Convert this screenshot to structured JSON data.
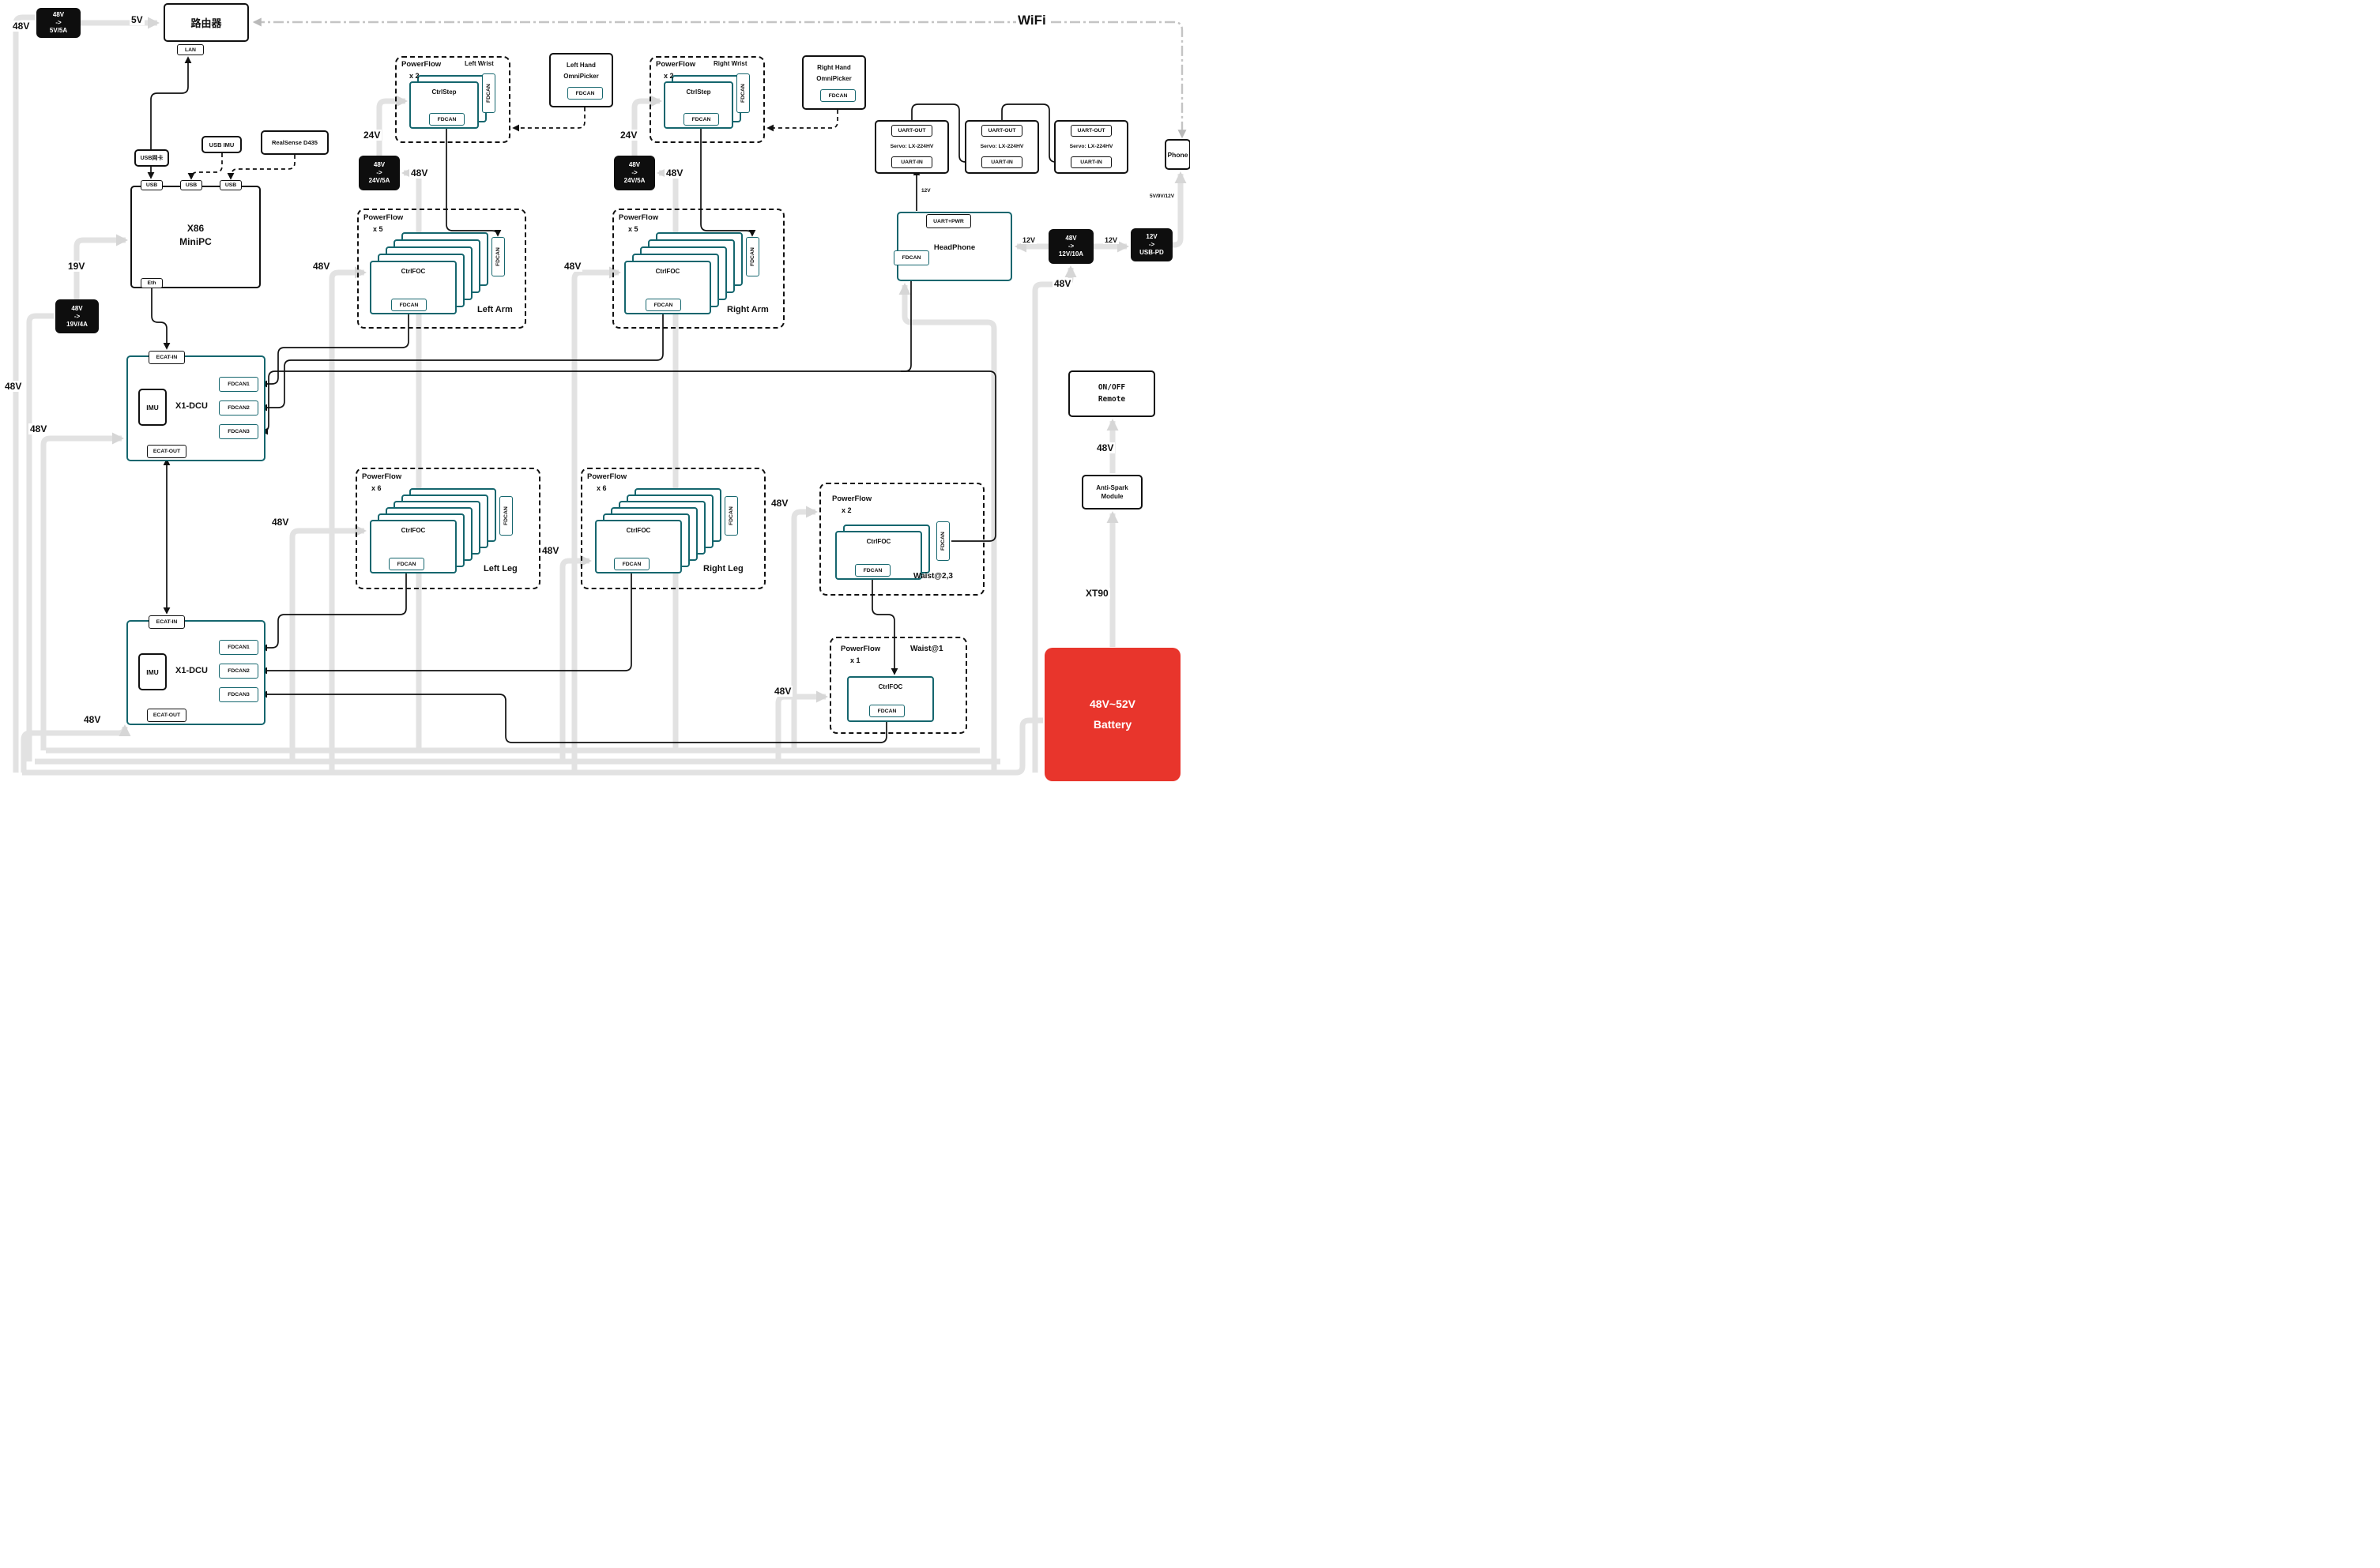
{
  "colors": {
    "accent_teal": "#15666e",
    "battery_red": "#e8352c",
    "power_wire_gray": "#e2e2e2",
    "line_black": "#111111"
  },
  "top": {
    "v48": "48V",
    "conv5": [
      "48V",
      "->",
      "5V/5A"
    ],
    "v5": "5V",
    "router": "路由器",
    "lan": "LAN",
    "wifi": "WiFi"
  },
  "pc": {
    "usb_nic": "USB网卡",
    "usb_imu": "USB IMU",
    "realsense": "RealSense D435",
    "x86": "X86",
    "minipc": "MiniPC",
    "usb": "USB",
    "eth": "Eth",
    "v19": "19V",
    "conv19": [
      "48V",
      "->",
      "19V/4A"
    ]
  },
  "dcu": {
    "ecat_in": "ECAT-IN",
    "ecat_out": "ECAT-OUT",
    "imu": "IMU",
    "title": "X1-DCU",
    "fdcan1": "FDCAN1",
    "fdcan2": "FDCAN2",
    "fdcan3": "FDCAN3",
    "v48_left_a": "48V",
    "v48_left_b": "48V",
    "v48_dcu2": "48V"
  },
  "pf": {
    "title": "PowerFlow",
    "ctrlstep": "CtrlStep",
    "ctrlfoc": "CtrlFOC",
    "fdcan": "FDCAN",
    "lwrist": {
      "count": "x 2",
      "name": "Left Wrist",
      "v24": "24V",
      "conv": [
        "48V",
        "->",
        "24V/5A"
      ],
      "v48": "48V"
    },
    "rwrist": {
      "count": "x 2",
      "name": "Right Wrist",
      "v24": "24V",
      "conv": [
        "48V",
        "->",
        "24V/5A"
      ],
      "v48": "48V"
    },
    "larm": {
      "count": "x 5",
      "name": "Left Arm",
      "v48": "48V"
    },
    "rarm": {
      "count": "x 5",
      "name": "Right Arm",
      "v48": "48V"
    },
    "lleg": {
      "count": "x 6",
      "name": "Left Leg",
      "v48": "48V"
    },
    "rleg": {
      "count": "x 6",
      "name": "Right Leg",
      "v48": "48V"
    },
    "waist23": {
      "count": "x 2",
      "name": "Waist@2,3",
      "v48": "48V"
    },
    "waist1": {
      "count": "x 1",
      "name": "Waist@1",
      "v48": "48V"
    }
  },
  "hands": {
    "left": [
      "Left Hand",
      "OmniPicker"
    ],
    "right": [
      "Right Hand",
      "OmniPicker"
    ],
    "fdcan": "FDCAN"
  },
  "head": {
    "uart_out": "UART-OUT",
    "servo": "Servo: LX-224HV",
    "uart_in": "UART-IN",
    "uart_pwr": "UART+PWR",
    "headphone": "HeadPhone",
    "fdcan": "FDCAN",
    "v12_servo": "12V",
    "v12_left": "12V",
    "v12_right": "12V",
    "conv12": [
      "48V",
      "->",
      "12V/10A"
    ],
    "convpd": [
      "12V",
      "->",
      "USB-PD"
    ],
    "v48": "48V",
    "phone": "Phone",
    "v_phone": "5V/9V/12V"
  },
  "power": {
    "onoff": [
      "ON/OFF",
      "Remote"
    ],
    "v48_onoff": "48V",
    "antispark": [
      "Anti-Spark",
      "Module"
    ],
    "xt90": "XT90",
    "battery": [
      "48V~52V",
      "Battery"
    ]
  }
}
